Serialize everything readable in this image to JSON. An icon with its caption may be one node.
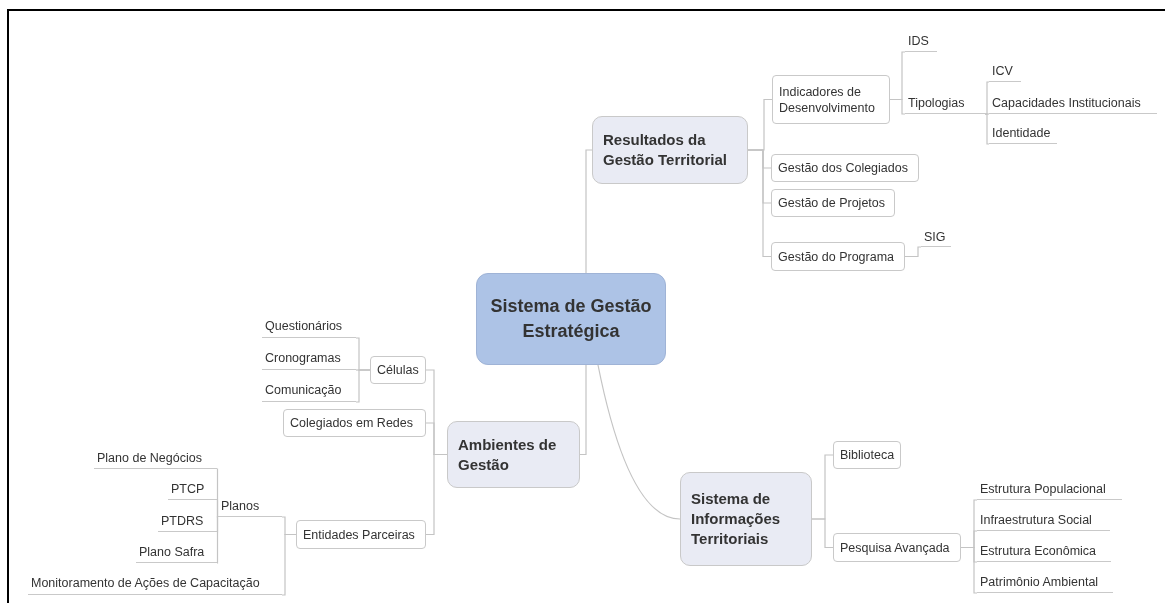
{
  "diagram": {
    "nodes": [
      {
        "text": [
          "Sistema de Gestão Estratégica"
        ]
      },
      {
        "text": [
          "Resultados da Gestão Territorial"
        ]
      },
      {
        "text": [
          "Indicadores de Desenvolvimento"
        ]
      },
      {
        "text": [
          "IDS"
        ]
      },
      {
        "text": [
          "Tipologias"
        ]
      },
      {
        "text": [
          "ICV"
        ]
      },
      {
        "text": [
          "Capacidades Institucionais"
        ]
      },
      {
        "text": [
          "Identidade"
        ]
      },
      {
        "text": [
          "Gestão dos Colegiados"
        ]
      },
      {
        "text": [
          "Gestão de Projetos"
        ]
      },
      {
        "text": [
          "Gestão do Programa"
        ]
      },
      {
        "text": [
          "SIG"
        ]
      },
      {
        "text": [
          "Ambientes de Gestão"
        ]
      },
      {
        "text": [
          "Células"
        ]
      },
      {
        "text": [
          "Questionários"
        ]
      },
      {
        "text": [
          "Cronogramas"
        ]
      },
      {
        "text": [
          "Comunicação"
        ]
      },
      {
        "text": [
          "Colegiados em Redes"
        ]
      },
      {
        "text": [
          "Entidades Parceiras"
        ]
      },
      {
        "text": [
          "Planos"
        ]
      },
      {
        "text": [
          "Plano de Negócios"
        ]
      },
      {
        "text": [
          "PTCP"
        ]
      },
      {
        "text": [
          "PTDRS"
        ]
      },
      {
        "text": [
          "Plano Safra"
        ]
      },
      {
        "text": [
          "Monitoramento de Ações de Capacitação"
        ]
      },
      {
        "text": [
          "Sistema de Informações Territoriais"
        ]
      },
      {
        "text": [
          "Biblioteca"
        ]
      },
      {
        "text": [
          "Pesquisa Avançada"
        ]
      },
      {
        "text": [
          "Estrutura Populacional"
        ]
      },
      {
        "text": [
          "Infraestrutura Social"
        ]
      },
      {
        "text": [
          "Estrutura Econômica"
        ]
      },
      {
        "text": [
          "Patrimônio Ambiental"
        ]
      }
    ],
    "edges": [
      {
        "from": 0,
        "to": 1,
        "arrow": "none"
      },
      {
        "from": 0,
        "to": 12,
        "arrow": "none"
      },
      {
        "from": 0,
        "to": 25,
        "arrow": "none"
      },
      {
        "from": 1,
        "to": 2,
        "arrow": "none"
      },
      {
        "from": 2,
        "to": 3,
        "arrow": "none"
      },
      {
        "from": 2,
        "to": 4,
        "arrow": "none"
      },
      {
        "from": 4,
        "to": 5,
        "arrow": "none"
      },
      {
        "from": 4,
        "to": 6,
        "arrow": "none"
      },
      {
        "from": 4,
        "to": 7,
        "arrow": "none"
      },
      {
        "from": 1,
        "to": 8,
        "arrow": "none"
      },
      {
        "from": 1,
        "to": 9,
        "arrow": "none"
      },
      {
        "from": 1,
        "to": 10,
        "arrow": "none"
      },
      {
        "from": 10,
        "to": 11,
        "arrow": "none"
      },
      {
        "from": 12,
        "to": 13,
        "arrow": "none"
      },
      {
        "from": 13,
        "to": 14,
        "arrow": "none"
      },
      {
        "from": 13,
        "to": 15,
        "arrow": "none"
      },
      {
        "from": 13,
        "to": 16,
        "arrow": "none"
      },
      {
        "from": 12,
        "to": 17,
        "arrow": "none"
      },
      {
        "from": 12,
        "to": 18,
        "arrow": "none"
      },
      {
        "from": 18,
        "to": 19,
        "arrow": "none"
      },
      {
        "from": 19,
        "to": 20,
        "arrow": "none"
      },
      {
        "from": 19,
        "to": 21,
        "arrow": "none"
      },
      {
        "from": 19,
        "to": 22,
        "arrow": "none"
      },
      {
        "from": 19,
        "to": 23,
        "arrow": "none"
      },
      {
        "from": 18,
        "to": 24,
        "arrow": "none"
      },
      {
        "from": 25,
        "to": 26,
        "arrow": "none"
      },
      {
        "from": 25,
        "to": 27,
        "arrow": "none"
      },
      {
        "from": 27,
        "to": 28,
        "arrow": "none"
      },
      {
        "from": 27,
        "to": 29,
        "arrow": "none"
      },
      {
        "from": 27,
        "to": 30,
        "arrow": "none"
      },
      {
        "from": 27,
        "to": 31,
        "arrow": "none"
      }
    ]
  }
}
